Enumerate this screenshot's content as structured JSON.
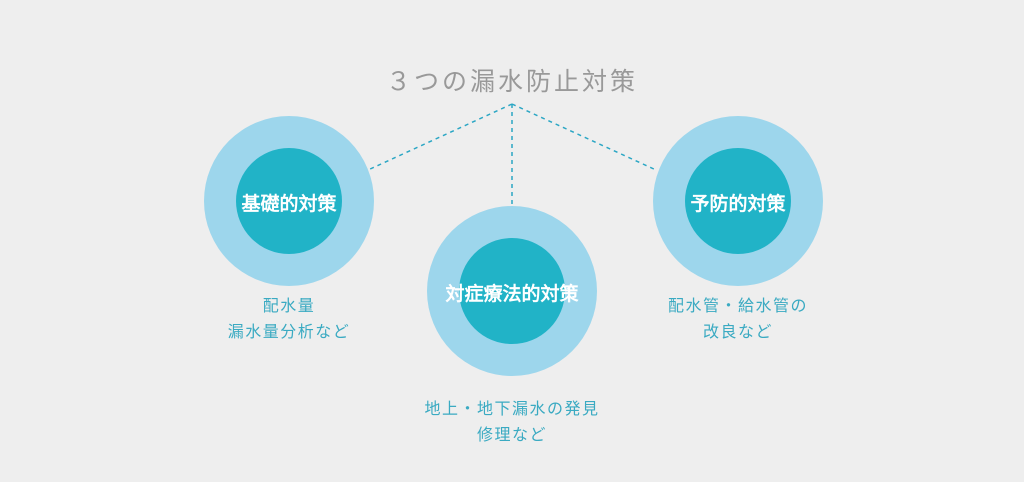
{
  "title": "３つの漏水防止対策",
  "colors": {
    "background": "#eeeeee",
    "outer_ring": "#9dd6ec",
    "inner_circle": "#21b3c7",
    "caption_text": "#3aaac2",
    "title_text": "#999999",
    "connector": "#2aa6c4"
  },
  "measures": [
    {
      "label": "基礎的対策",
      "caption": [
        "配水量",
        "漏水量分析など"
      ]
    },
    {
      "label": "対症療法的対策",
      "caption": [
        "地上・地下漏水の発見",
        "修理など"
      ]
    },
    {
      "label": "予防的対策",
      "caption": [
        "配水管・給水管の",
        "改良など"
      ]
    }
  ]
}
